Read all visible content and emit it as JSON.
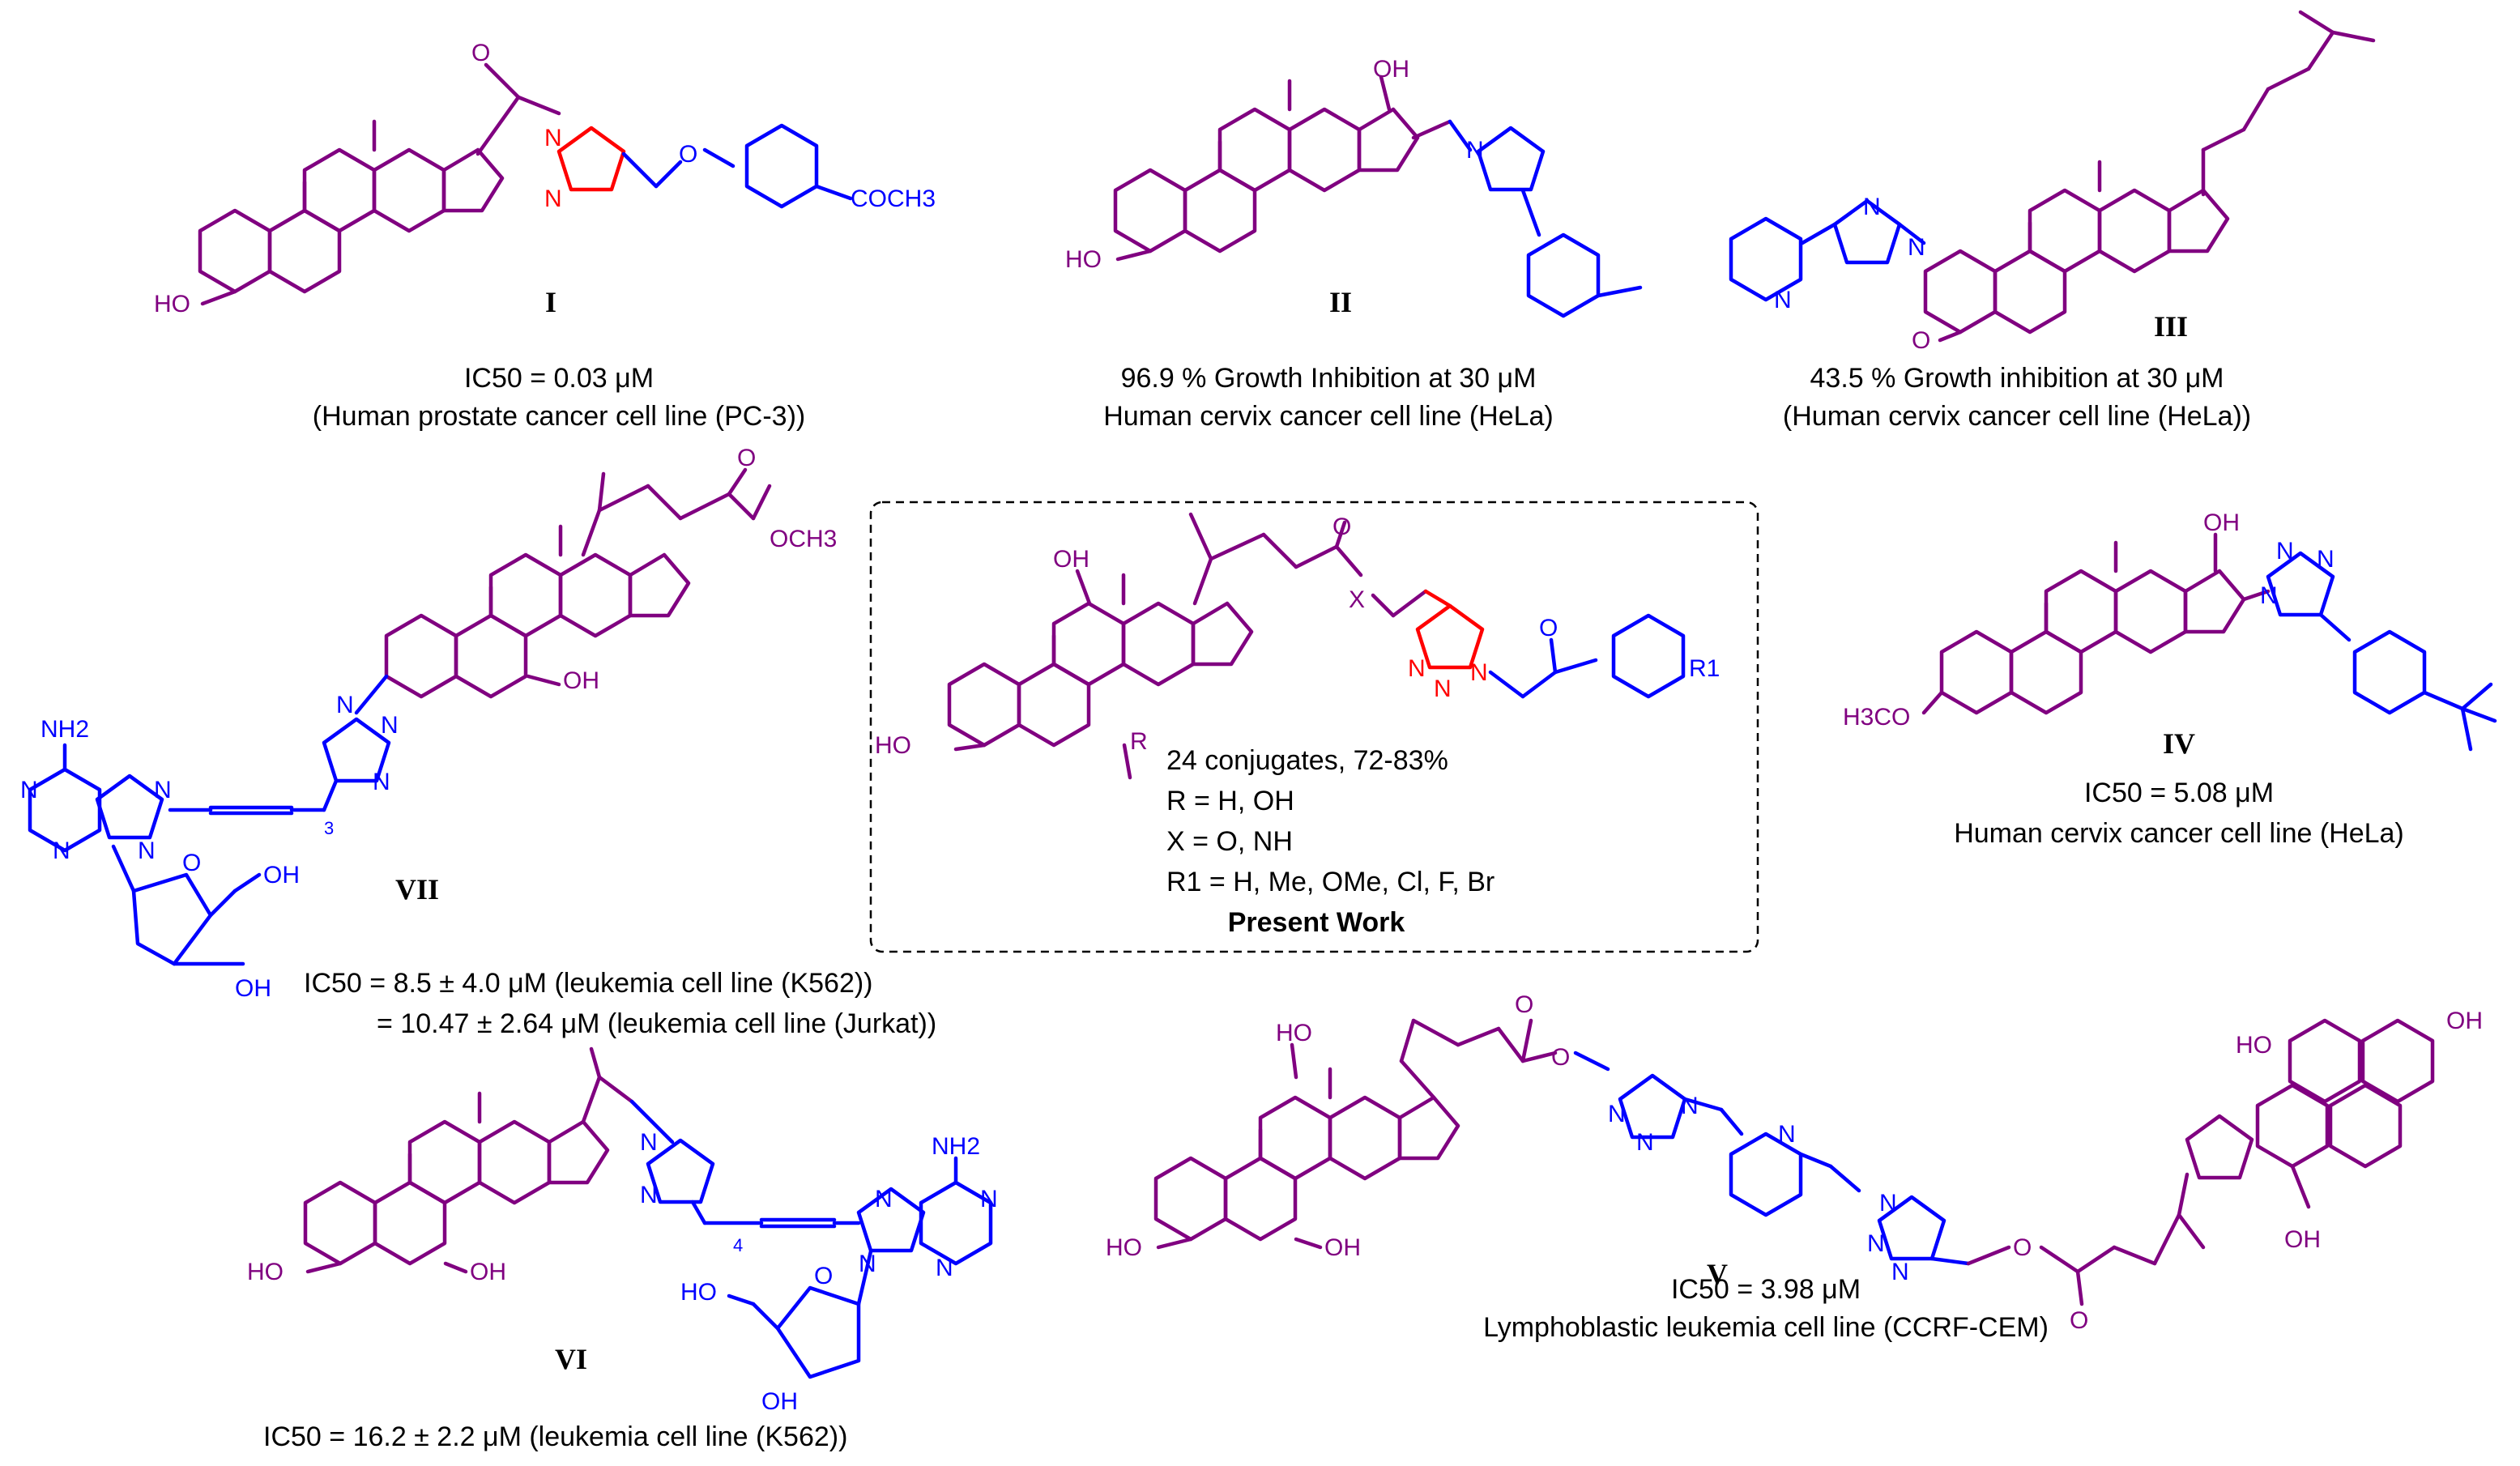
{
  "colors": {
    "steroid_core": "#800080",
    "appended_group": "#0000ff",
    "triazole_highlight": "#ff0000",
    "text": "#000000"
  },
  "compounds": {
    "I": {
      "label": "I",
      "activity": "IC50 = 0.03 μM",
      "cell_line": "(Human prostate cancer cell line (PC-3))",
      "substituent": "COCH3"
    },
    "II": {
      "label": "II",
      "activity": "96.9 % Growth Inhibition at 30 μM",
      "cell_line": "Human cervix cancer cell line (HeLa)"
    },
    "III": {
      "label": "III",
      "activity": "43.5 % Growth inhibition at 30 μM",
      "cell_line": "(Human cervix cancer cell line (HeLa))"
    },
    "IV": {
      "label": "IV",
      "activity": "IC50 = 5.08 μM",
      "cell_line": "Human cervix cancer cell line (HeLa)",
      "substituent": "H3CO"
    },
    "V": {
      "label": "V",
      "activity": "IC50 = 3.98 μM",
      "cell_line": "Lymphoblastic leukemia cell line (CCRF-CEM)"
    },
    "VI": {
      "label": "VI",
      "activity": "IC50 = 16.2 ± 2.2 μM (leukemia cell line (K562))",
      "chain_subscript": "4"
    },
    "VII": {
      "label": "VII",
      "activity_line1": "IC50  = 8.5 ± 4.0 μM (leukemia cell line (K562))",
      "activity_line2": "= 10.47 ± 2.64 μM (leukemia cell line (Jurkat))",
      "chain_subscript": "3",
      "ester": "OCH3"
    }
  },
  "present_work": {
    "line1": "24 conjugates, 72-83%",
    "line2": "R = H, OH",
    "line3": "X = O, NH",
    "line4": "R1 = H, Me, OMe, Cl, F, Br",
    "title": "Present Work",
    "linker_atom": "X",
    "r_group": "R",
    "r1_group": "R1"
  },
  "atom_labels": {
    "oxygen": "O",
    "nitrogen": "N",
    "hydroxyl": "OH",
    "hydroxyl_left": "HO",
    "amine": "NH2"
  }
}
